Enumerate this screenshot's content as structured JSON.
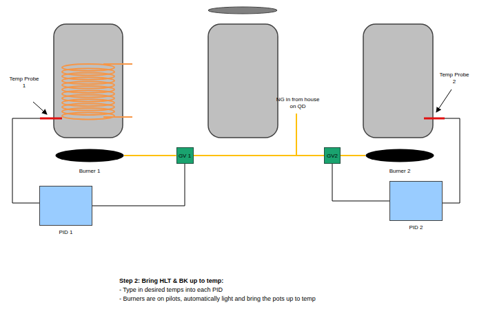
{
  "diagram": {
    "nodes": [
      {
        "text": [
          "Burner 1"
        ]
      },
      {
        "text": [
          "GV 1"
        ]
      },
      {
        "text": [
          "GV2"
        ]
      },
      {
        "text": [
          "Burner 2"
        ]
      },
      {
        "text": [
          "PID 1"
        ]
      },
      {
        "text": [
          "PID 2"
        ]
      }
    ],
    "edges": [
      {
        "from": 0,
        "to": 1,
        "arrow": "none"
      },
      {
        "from": 1,
        "to": 2,
        "arrow": "none"
      },
      {
        "from": 2,
        "to": 3,
        "arrow": "none"
      },
      {
        "from": 4,
        "to": 1,
        "arrow": "none"
      },
      {
        "from": 5,
        "to": 2,
        "arrow": "none"
      }
    ],
    "labels": [
      "Temp Probe 1",
      "Temp Probe 2",
      "NG in from house on QD",
      "Step 2: Bring HLT & BK up to temp:",
      "- Type in desired temps into each PID",
      "- Burners are on pilots, automatically light and bring the pots up to temp"
    ]
  }
}
